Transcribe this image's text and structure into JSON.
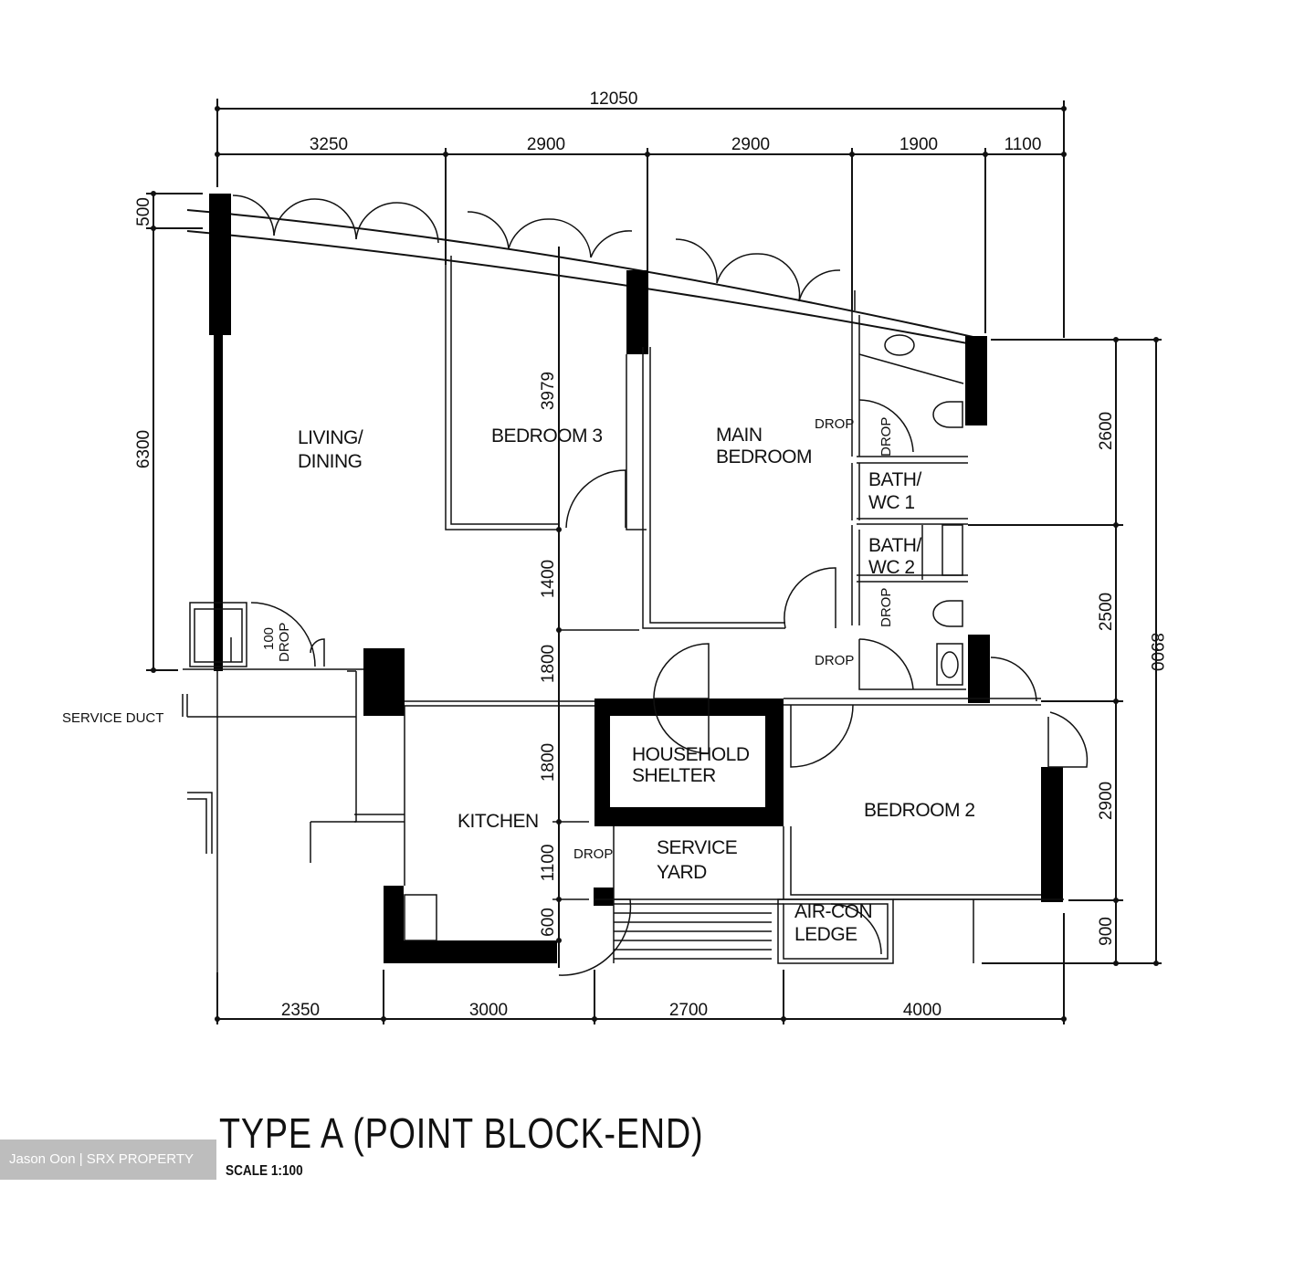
{
  "title": "TYPE A (POINT BLOCK-END)",
  "scale": "SCALE  1:100",
  "watermark": "Jason Oon | SRX PROPERTY",
  "dimensions": {
    "top_total": "12050",
    "top": [
      "3250",
      "2900",
      "2900",
      "1900",
      "1100"
    ],
    "bottom": [
      "2350",
      "3000",
      "2700",
      "4000"
    ],
    "left": [
      "500",
      "6300"
    ],
    "right_inner": [
      "2600",
      "2500",
      "2900",
      "900"
    ],
    "right_total": "8900",
    "internal": {
      "bedroom3_depth": "3979",
      "corridor": "1400",
      "hall": "1800",
      "shelter": "1800",
      "yard": "1100",
      "ledge": "600",
      "duct": "100"
    }
  },
  "rooms": {
    "living_dining": [
      "LIVING/",
      "DINING"
    ],
    "bedroom3": "BEDROOM 3",
    "main_bedroom": [
      "MAIN",
      "BEDROOM"
    ],
    "bath1": [
      "BATH/",
      "WC 1"
    ],
    "bath2": [
      "BATH/",
      "WC 2"
    ],
    "household_shelter": [
      "HOUSEHOLD",
      "SHELTER"
    ],
    "kitchen": "KITCHEN",
    "service_yard": [
      "SERVICE",
      "YARD"
    ],
    "bedroom2": "BEDROOM 2",
    "aircon_ledge": [
      "AIR-CON",
      "LEDGE"
    ],
    "service_duct": "SERVICE DUCT"
  },
  "annotations": {
    "drop": "DROP",
    "drop_100": "100"
  }
}
